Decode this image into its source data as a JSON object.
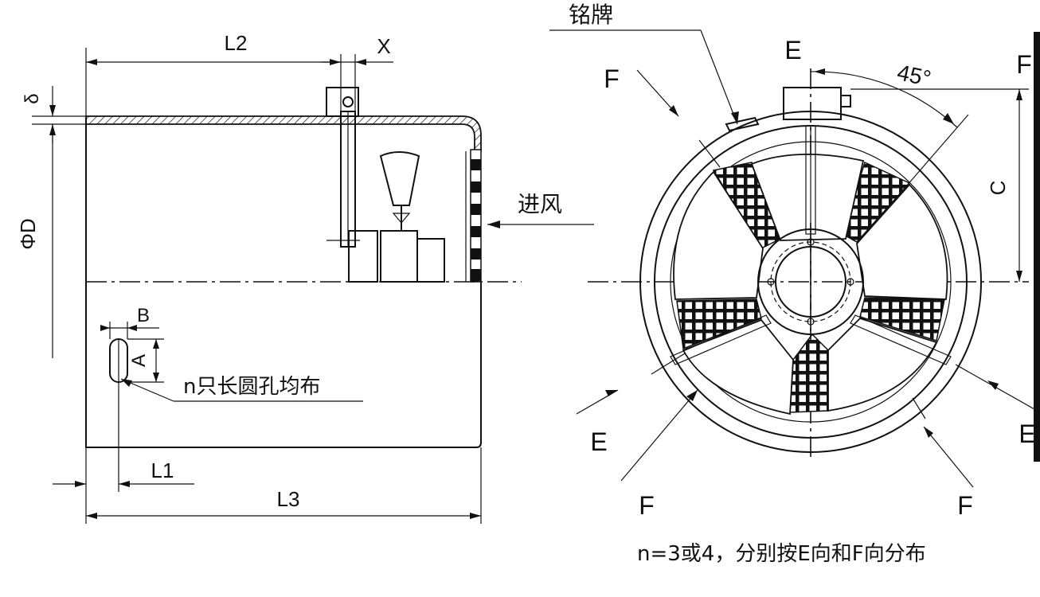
{
  "left_view": {
    "dims": {
      "L1": "L1",
      "L2": "L2",
      "L3": "L3",
      "X": "X",
      "A": "A",
      "B": "B",
      "delta": "δ",
      "phiD": "ΦD"
    },
    "inlet_label": "进风",
    "slot_note": "n只长圆孔均布"
  },
  "right_view": {
    "nameplate_label": "铭牌",
    "angle_label": "45°",
    "dim_C": "C",
    "dir_E": "E",
    "dir_F": "F",
    "distribution_note": "n=3或4，分别按E向和F向分布"
  }
}
